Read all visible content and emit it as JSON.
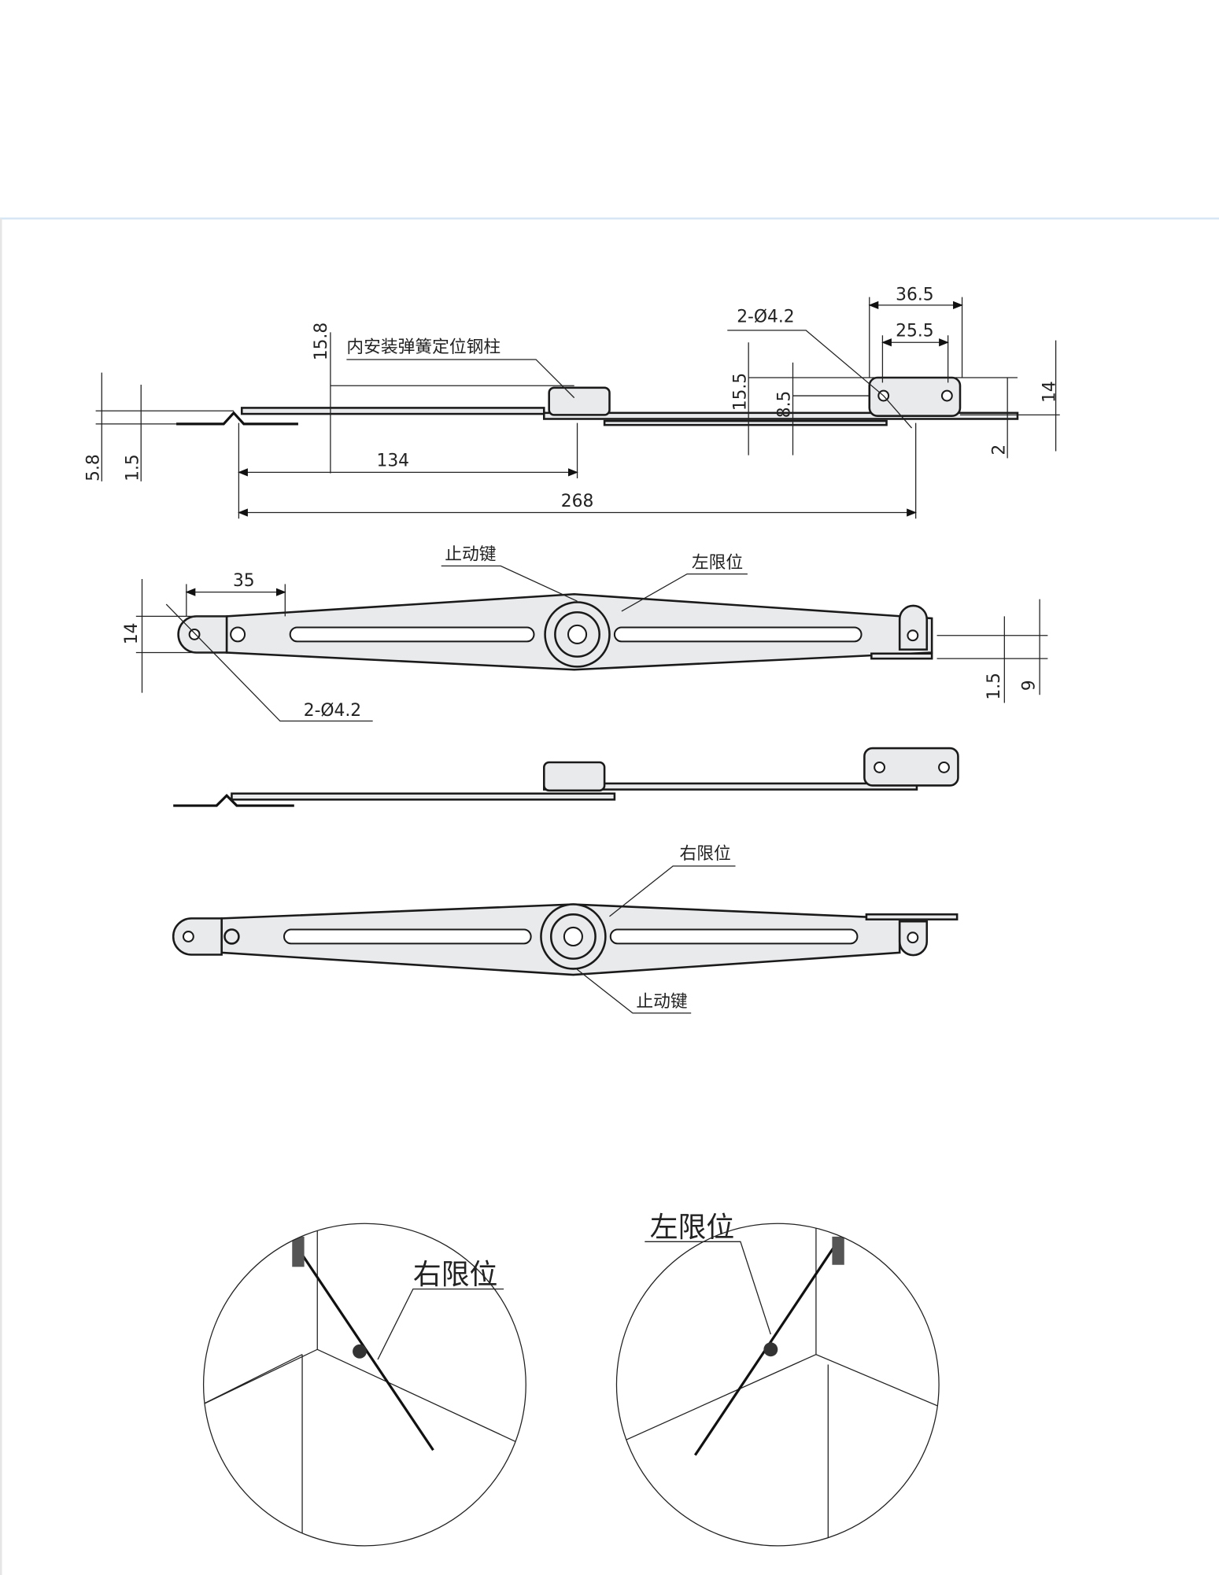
{
  "top_view": {
    "dims": {
      "d36_5": "36.5",
      "d25_5": "25.5",
      "holes": "2-Ø4.2",
      "d15_8": "15.8",
      "d15_5": "15.5",
      "d8_5": "8.5",
      "d14": "14",
      "d2": "2",
      "d5_8": "5.8",
      "d1_5": "1.5",
      "d134": "134",
      "d268": "268"
    },
    "callout_spring_pin": "内安装弹簧定位钢柱"
  },
  "plan_view_left": {
    "dims": {
      "d35": "35",
      "d14": "14",
      "holes": "2-Ø4.2",
      "d1_5": "1.5",
      "d9": "9"
    },
    "callout_stop_key": "止动键",
    "callout_left_limit": "左限位"
  },
  "plan_view_right": {
    "callout_right_limit": "右限位",
    "callout_stop_key": "止动键"
  },
  "install_views": {
    "left_label": "右限位",
    "right_label": "左限位"
  }
}
